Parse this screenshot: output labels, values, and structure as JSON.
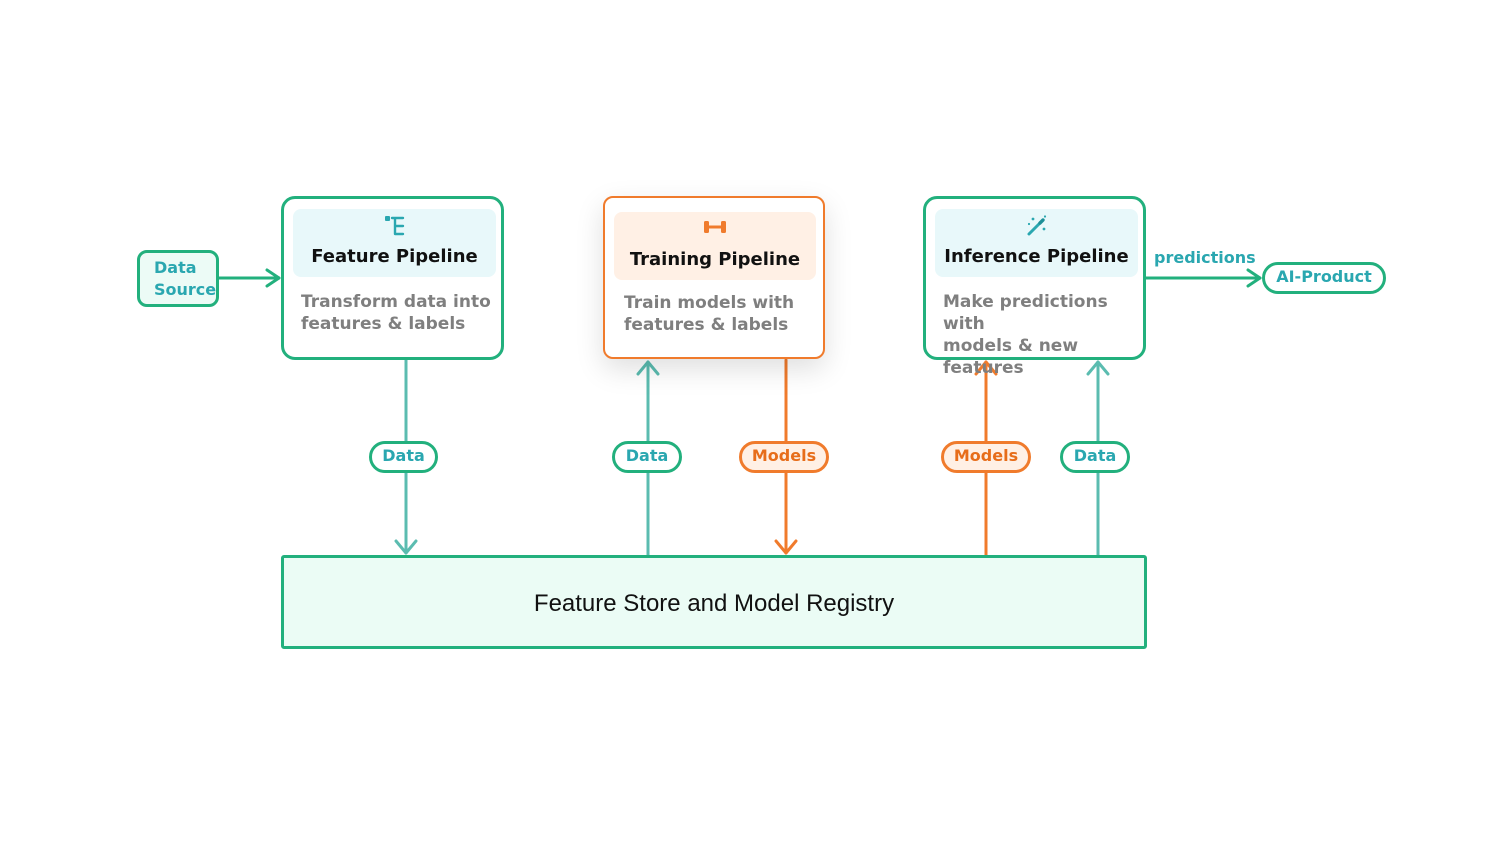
{
  "colors": {
    "green_border": "#22b07d",
    "teal_text": "#2aa7b0",
    "teal_arrow": "#5bbcb0",
    "orange": "#f07b2c",
    "orange_fill": "#fff0e5",
    "teal_fill": "#e8f8fa",
    "store_fill": "#ebfcf5"
  },
  "source": {
    "line1": "Data",
    "line2": "Source"
  },
  "pipelines": [
    {
      "title": "Feature Pipeline",
      "description_line1": "Transform data into",
      "description_line2": "features & labels",
      "icon": "flow-tree-icon"
    },
    {
      "title": "Training Pipeline",
      "description_line1": "Train models with",
      "description_line2": "features & labels",
      "icon": "dumbbell-icon"
    },
    {
      "title": "Inference Pipeline",
      "description_line1": "Make predictions with",
      "description_line2": "models & new features",
      "icon": "magic-wand-icon"
    }
  ],
  "edge_labels": {
    "feature_data": "Data",
    "training_data": "Data",
    "training_models": "Models",
    "inference_models": "Models",
    "inference_data": "Data",
    "predictions": "predictions"
  },
  "output": {
    "label": "AI-Product"
  },
  "store": {
    "label": "Feature Store and Model Registry"
  }
}
